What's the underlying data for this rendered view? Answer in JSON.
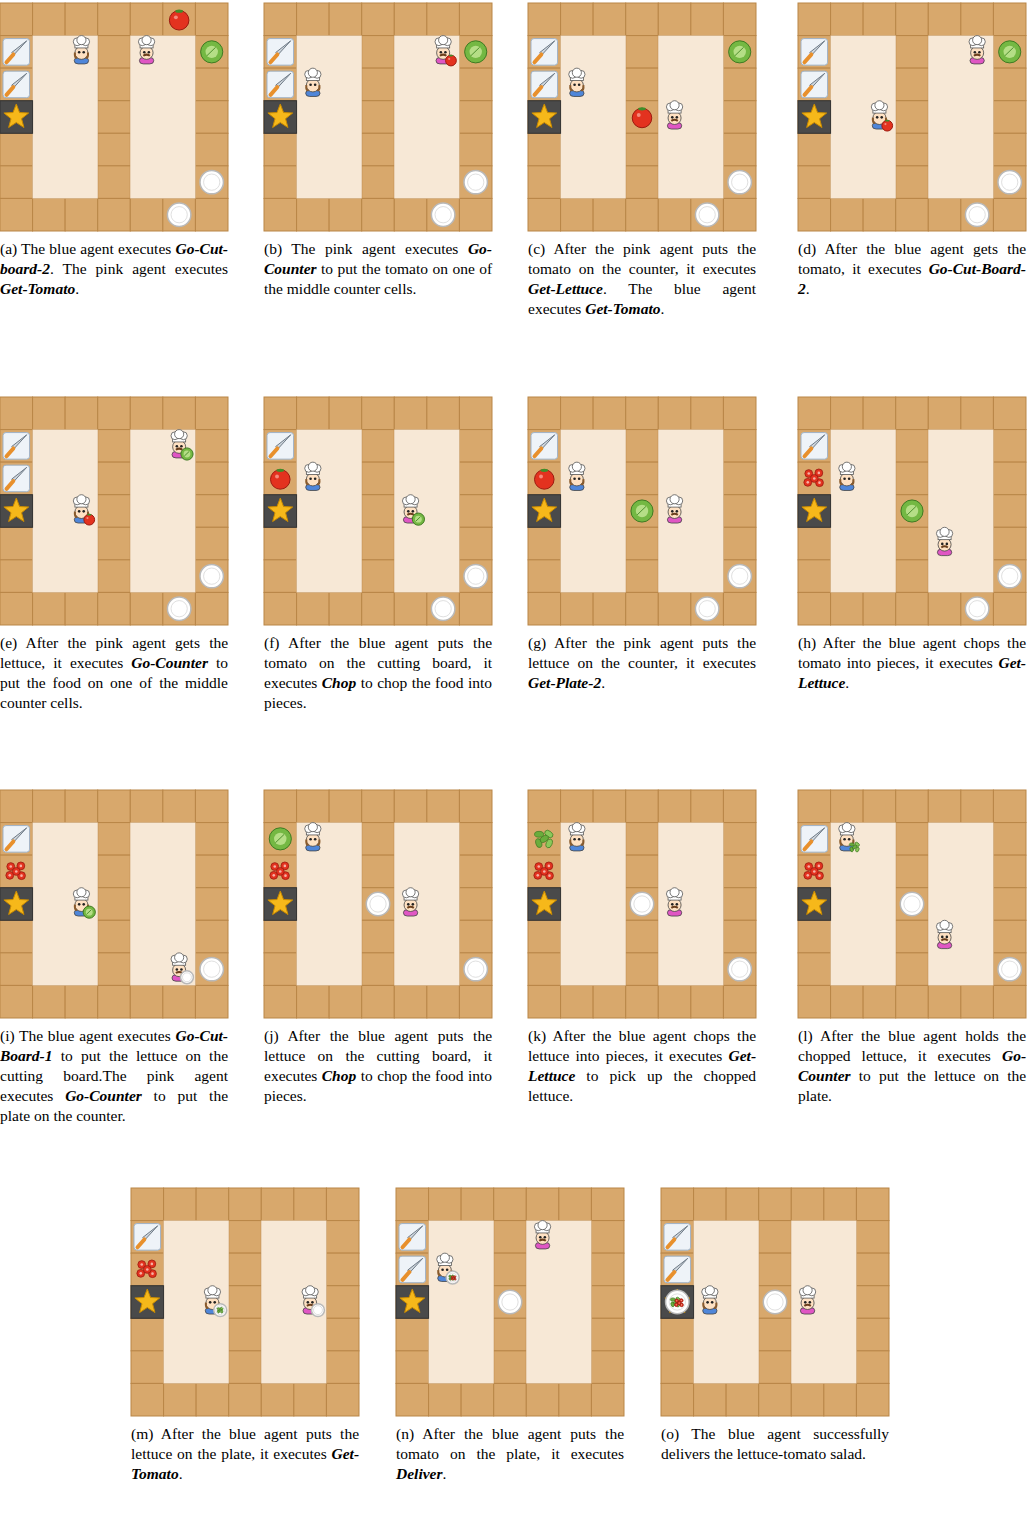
{
  "diagram": {
    "labels": [
      "(a) The blue agent executes Go-Cut-board-2. The pink agent executes Get-Tomato.",
      "(b) The pink agent executes Go-Counter to put the tomato on one of the middle counter cells.",
      "(c) After the pink agent puts the tomato on the counter, it executes Get-Lettuce. The blue agent executes Get-Tomato.",
      "(d) After the blue agent gets the tomato, it executes Go-Cut-Board-2.",
      "(e) After the pink agent gets the lettuce, it executes Go-Counter to put the food on one of the middle counter cells.",
      "(f) After the blue agent puts the tomato on the cutting board, it executes Chop to chop the food into pieces.",
      "(g) After the pink agent puts the lettuce on the counter, it executes Get-Plate-2.",
      "(h) After the blue agent chops the tomato into pieces, it executes Get-Lettuce.",
      "(i) The blue agent executes Go-Cut-Board-1 to put the lettuce on the cutting board.The pink agent executes Go-Counter to put the plate on the counter.",
      "(j) After the blue agent puts the lettuce on the cutting board, it executes Chop to chop the food into pieces.",
      "(k) After the blue agent chops the lettuce into pieces, it executes Get-Lettuce to pick up the chopped lettuce.",
      "(l) After the blue agent holds the chopped lettuce, it executes Go-Counter to put the lettuce on the plate.",
      "(m) After the blue agent puts the lettuce on the plate, it executes Get-Tomato.",
      "(n) After the blue agent puts the tomato on the plate, it executes Deliver.",
      "(o) The blue agent successfully delivers the lettuce-tomato salad."
    ]
  }
}
